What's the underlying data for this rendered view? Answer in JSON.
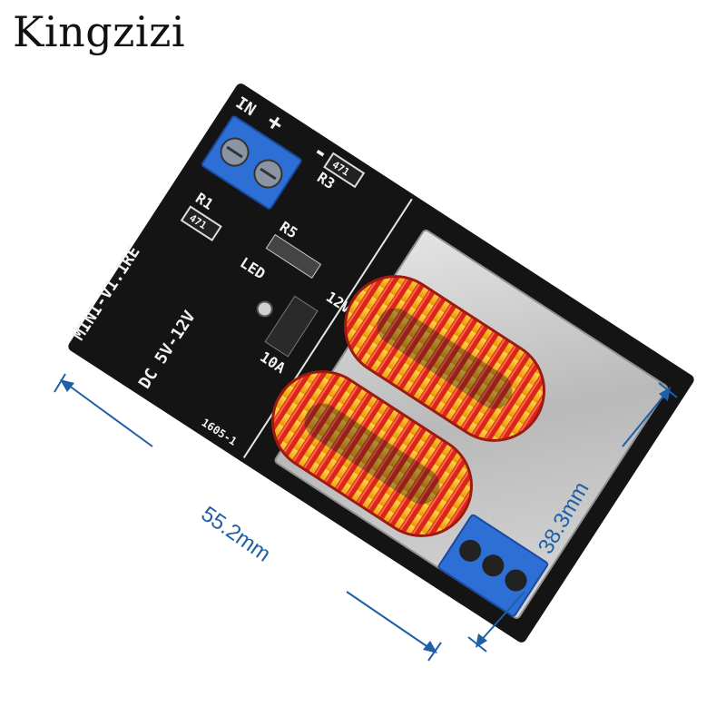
{
  "brand": "Kingzizi",
  "board": {
    "model": "MINI-V1.1RE",
    "power": "DC 5V-12V",
    "input_label": "IN",
    "plus": "+",
    "minus": "-",
    "resistors": [
      "R1",
      "R3",
      "R5"
    ],
    "resistor_code": "471",
    "led": "LED",
    "zener": "12V",
    "date_code": "1605-1",
    "capacitor": "10A"
  },
  "dimensions": {
    "length": "55.2mm",
    "width": "38.3mm"
  },
  "colors": {
    "pcb": "#141414",
    "terminal": "#2e6fd6",
    "copper_wire": "#d42a1a",
    "core": "#f5b400",
    "heatsink": "#c9c9c9",
    "dimension_line": "#1f5fa8"
  }
}
